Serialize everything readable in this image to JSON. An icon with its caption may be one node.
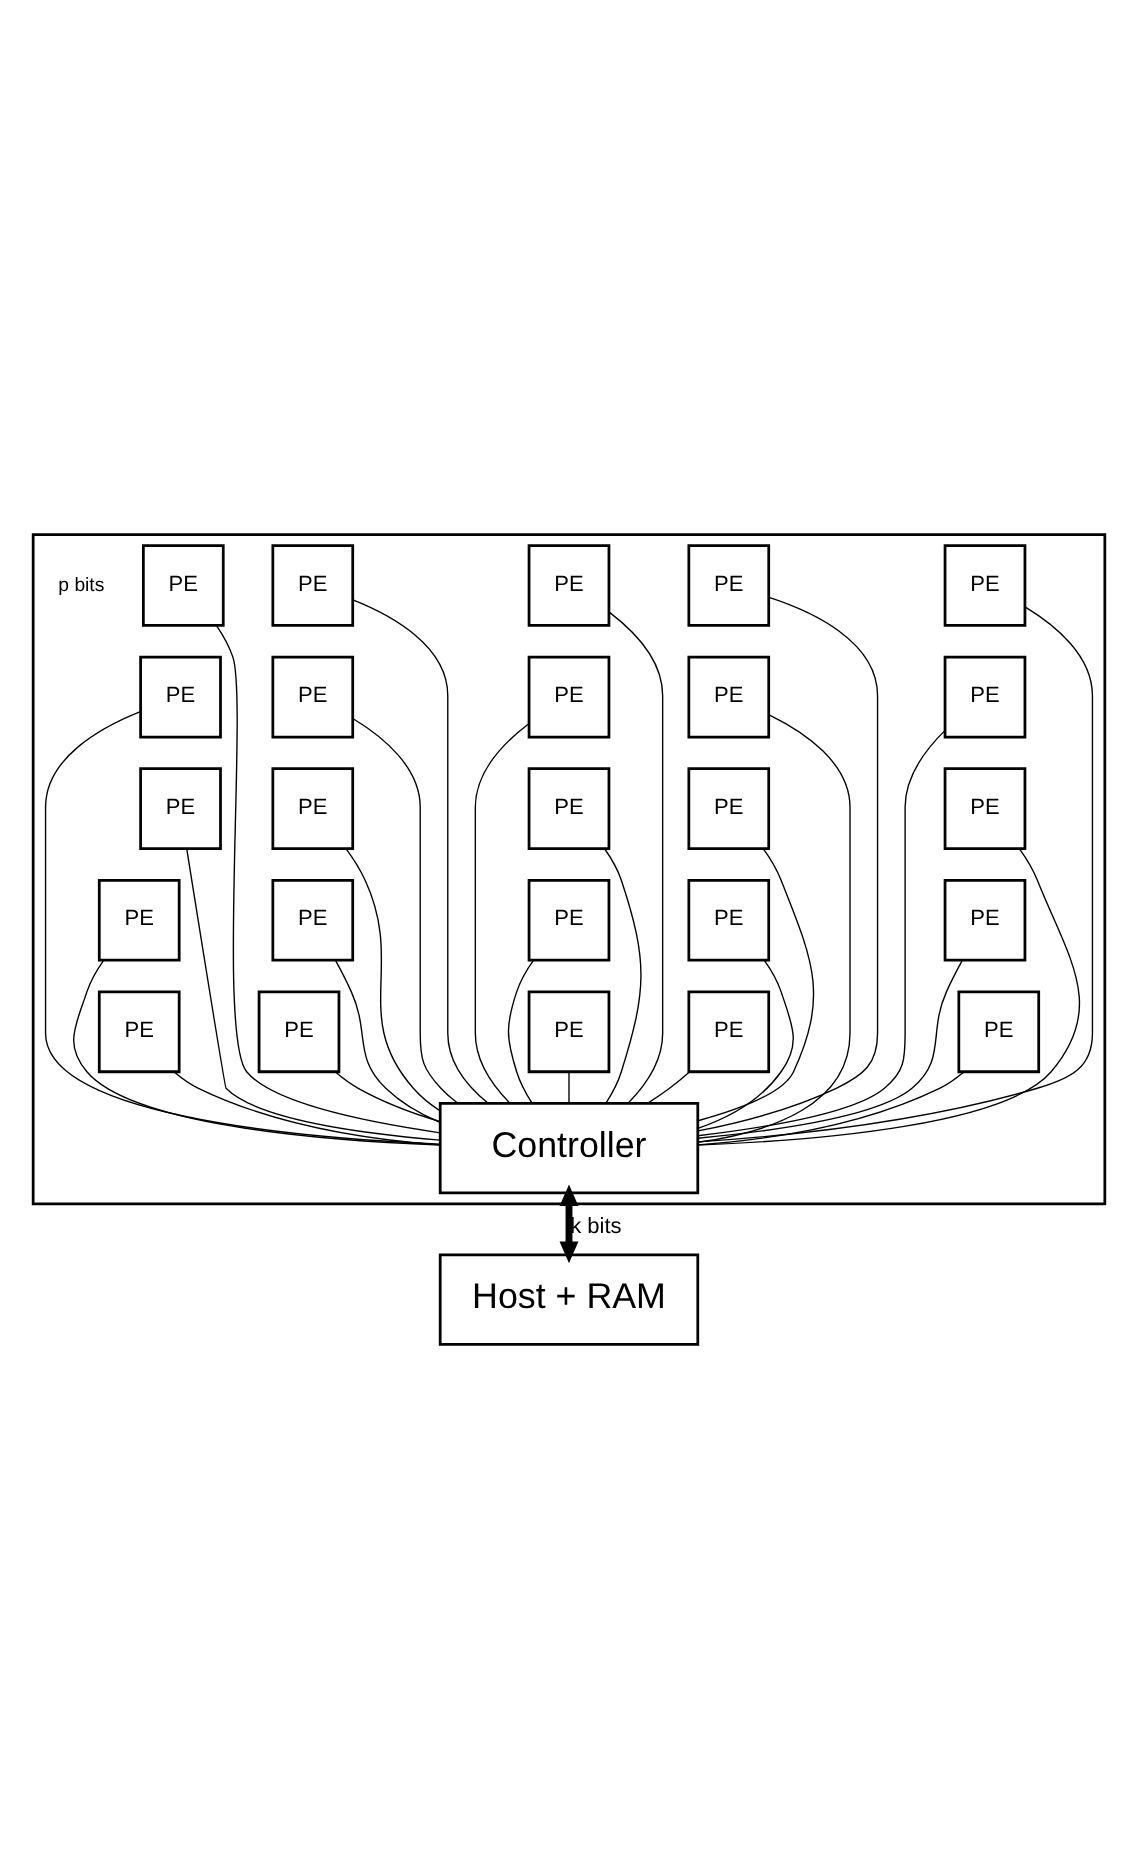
{
  "diagram": {
    "nodes": [
      {
        "text": [],
        "shape": "box"
      },
      {
        "text": [
          "PE"
        ],
        "in": 0
      },
      {
        "text": [
          "PE"
        ],
        "in": 0
      },
      {
        "text": [
          "PE"
        ],
        "in": 0
      },
      {
        "text": [
          "PE"
        ],
        "in": 0
      },
      {
        "text": [
          "PE"
        ],
        "in": 0
      },
      {
        "text": [
          "PE"
        ],
        "in": 0
      },
      {
        "text": [
          "PE"
        ],
        "in": 0
      },
      {
        "text": [
          "PE"
        ],
        "in": 0
      },
      {
        "text": [
          "PE"
        ],
        "in": 0
      },
      {
        "text": [
          "PE"
        ],
        "in": 0
      },
      {
        "text": [
          "PE"
        ],
        "in": 0
      },
      {
        "text": [
          "PE"
        ],
        "in": 0
      },
      {
        "text": [
          "PE"
        ],
        "in": 0
      },
      {
        "text": [
          "PE"
        ],
        "in": 0
      },
      {
        "text": [
          "PE"
        ],
        "in": 0
      },
      {
        "text": [
          "PE"
        ],
        "in": 0
      },
      {
        "text": [
          "PE"
        ],
        "in": 0
      },
      {
        "text": [
          "PE"
        ],
        "in": 0
      },
      {
        "text": [
          "PE"
        ],
        "in": 0
      },
      {
        "text": [
          "PE"
        ],
        "in": 0
      },
      {
        "text": [
          "PE"
        ],
        "in": 0
      },
      {
        "text": [
          "PE"
        ],
        "in": 0
      },
      {
        "text": [
          "PE"
        ],
        "in": 0
      },
      {
        "text": [
          "PE"
        ],
        "in": 0
      },
      {
        "text": [
          "PE"
        ],
        "in": 0
      },
      {
        "text": [
          "Controller"
        ],
        "in": 0
      },
      {
        "text": [
          "Host + RAM"
        ]
      }
    ],
    "edges": [
      {
        "from": 1,
        "to": 26,
        "arrow": "none"
      },
      {
        "from": 2,
        "to": 26,
        "arrow": "none"
      },
      {
        "from": 3,
        "to": 26,
        "arrow": "none"
      },
      {
        "from": 4,
        "to": 26,
        "arrow": "none"
      },
      {
        "from": 5,
        "to": 26,
        "arrow": "none"
      },
      {
        "from": 6,
        "to": 26,
        "arrow": "none"
      },
      {
        "from": 7,
        "to": 26,
        "arrow": "none"
      },
      {
        "from": 8,
        "to": 26,
        "arrow": "none"
      },
      {
        "from": 9,
        "to": 26,
        "arrow": "none"
      },
      {
        "from": 10,
        "to": 26,
        "arrow": "none"
      },
      {
        "from": 11,
        "to": 26,
        "arrow": "none"
      },
      {
        "from": 12,
        "to": 26,
        "arrow": "none"
      },
      {
        "from": 13,
        "to": 26,
        "arrow": "none"
      },
      {
        "from": 14,
        "to": 26,
        "arrow": "none"
      },
      {
        "from": 15,
        "to": 26,
        "arrow": "none"
      },
      {
        "from": 16,
        "to": 26,
        "arrow": "none"
      },
      {
        "from": 17,
        "to": 26,
        "arrow": "none"
      },
      {
        "from": 18,
        "to": 26,
        "arrow": "none"
      },
      {
        "from": 19,
        "to": 26,
        "arrow": "none"
      },
      {
        "from": 20,
        "to": 26,
        "arrow": "none"
      },
      {
        "from": 21,
        "to": 26,
        "arrow": "none"
      },
      {
        "from": 22,
        "to": 26,
        "arrow": "none"
      },
      {
        "from": 23,
        "to": 26,
        "arrow": "none"
      },
      {
        "from": 24,
        "to": 26,
        "arrow": "none"
      },
      {
        "from": 25,
        "to": 26,
        "arrow": "none"
      },
      {
        "from": 26,
        "to": 27,
        "arrow": "both",
        "style": "thick",
        "label": "k bits"
      }
    ],
    "labels": [
      "p bits"
    ]
  }
}
